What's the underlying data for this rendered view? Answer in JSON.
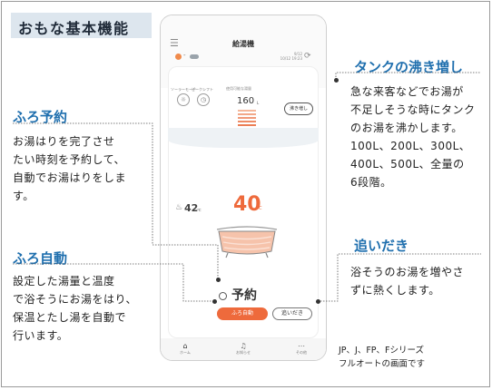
{
  "headline": "おもな基本機能",
  "sections": {
    "furo_yoyaku": {
      "title": "ふろ予約",
      "lines": [
        "お湯はりを完了させ",
        "たい時刻を予約して、",
        "自動でお湯はりをしま",
        "す。"
      ]
    },
    "furo_jido": {
      "title": "ふろ自動",
      "lines": [
        "設定した湯量と温度",
        "で浴そうにお湯をはり、",
        "保温とたし湯を自動で",
        "行います。"
      ]
    },
    "tank_wakashimashi": {
      "title": "タンクの沸き増し",
      "lines": [
        "急な来客などでお湯が",
        "不足しそうな時にタンク",
        "のお湯を沸かします。",
        "100L、200L、300L、",
        "400L、500L、全量の",
        "6段階。"
      ]
    },
    "oidaki": {
      "title": "追いだき",
      "lines": [
        "浴そうのお湯を増やさ",
        "ずに熱くします。"
      ]
    }
  },
  "phone": {
    "menu_icon": "hamburger-icon",
    "app_title": "給湯機",
    "weather_sep": "-",
    "datetime_lines": [
      "9/12",
      "10/12 19:23"
    ],
    "modes": [
      "ソーラーモード",
      "ピークシフト"
    ],
    "water_label": "使用可能な湯量",
    "water_value": "160",
    "water_unit": "L",
    "reheat_button": "沸き増し",
    "bath_temp": "42",
    "bath_temp_unit": "℃",
    "set_temp": "40",
    "set_temp_unit": "℃",
    "reserve_label": "予約",
    "auto_button": "ふろ自動",
    "oidaki_button": "追いだき",
    "nav": [
      {
        "icon": "home-icon",
        "label": "ホーム"
      },
      {
        "icon": "bell-icon",
        "label": "お知らせ"
      },
      {
        "icon": "more-icon",
        "label": "その他"
      }
    ]
  },
  "note_lines": [
    "JP、J、FP、Fシリーズ",
    "フルオートの画面です"
  ],
  "colors": {
    "accent": "#ee6a3c",
    "section_title": "#1f6fae",
    "headline_bg": "#dde6ee"
  }
}
